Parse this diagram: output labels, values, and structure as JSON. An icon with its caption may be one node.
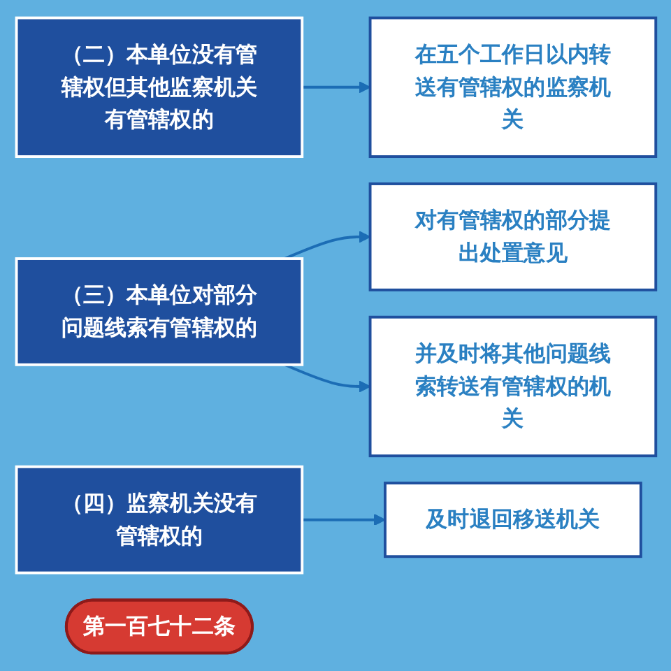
{
  "diagram": {
    "nodes": [
      {
        "text": [
          "（二）本单位没有管辖权但其他监察机关有管辖权的"
        ]
      },
      {
        "text": [
          "在五个工作日以内转送有管辖权的监察机关"
        ]
      },
      {
        "text": [
          "（三）本单位对部分问题线索有管辖权的"
        ]
      },
      {
        "text": [
          "对有管辖权的部分提出处置意见"
        ]
      },
      {
        "text": [
          "并及时将其他问题线索转送有管辖权的机关"
        ]
      },
      {
        "text": [
          "（四）监察机关没有管辖权的"
        ]
      },
      {
        "text": [
          "及时退回移送机关"
        ]
      },
      {
        "text": [
          "第一百七十二条"
        ]
      }
    ],
    "edges": [
      {
        "from": 0,
        "to": 1,
        "arrow": "to"
      },
      {
        "from": 2,
        "to": 3,
        "arrow": "to"
      },
      {
        "from": 2,
        "to": 4,
        "arrow": "to"
      },
      {
        "from": 5,
        "to": 6,
        "arrow": "to"
      }
    ]
  }
}
